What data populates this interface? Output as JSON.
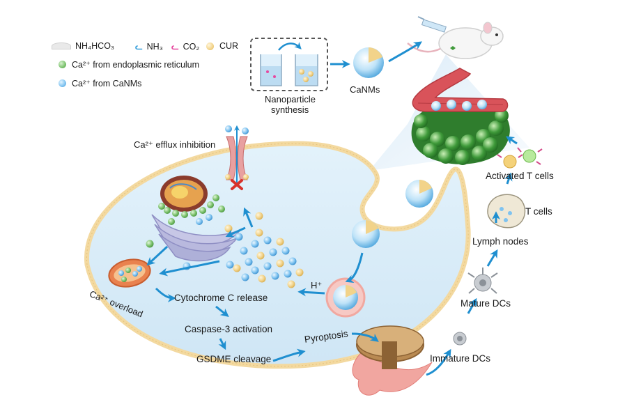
{
  "legend": {
    "nh4hco3": "NH₄HCO₃",
    "nh3": "NH₃",
    "co2": "CO₂",
    "cur": "CUR",
    "ca_er": "Ca²⁺ from endoplasmic reticulum",
    "ca_canms": "Ca²⁺ from CaNMs"
  },
  "labels": {
    "nanoparticle_synthesis_1": "Nanoparticle",
    "nanoparticle_synthesis_2": "synthesis",
    "canms": "CaNMs",
    "efflux": "Ca²⁺ efflux inhibition",
    "overload": "Ca²⁺ overload",
    "cytochrome": "Cytochrome C release",
    "caspase": "Caspase-3 activation",
    "gsdme": "GSDME cleavage",
    "pyroptosis": "Pyroptosis",
    "h_plus": "H⁺",
    "immature_dcs": "Immature DCs",
    "mature_dcs": "Mature DCs",
    "lymph_nodes": "Lymph nodes",
    "t_cells": "T cells",
    "activated_t_cells": "Activated T cells"
  },
  "colors": {
    "cell_fill": "#d6ebf7",
    "membrane": "#f3d9a0",
    "arrow": "#1f8fd0",
    "ca_er": "#7cc26d",
    "ca_canms": "#7fc3f0",
    "cur": "#f2d38a",
    "tumor": "#3f9a3a",
    "vessel": "#d9535a"
  },
  "icons": [
    "beaker-icon",
    "mouse-icon",
    "syringe-icon",
    "nanoparticle-icon",
    "mitochondrion-icon",
    "er-icon",
    "channel-icon",
    "dendritic-cell-icon",
    "t-cell-icon",
    "lymph-node-icon",
    "tumor-icon",
    "blood-vessel-icon"
  ]
}
